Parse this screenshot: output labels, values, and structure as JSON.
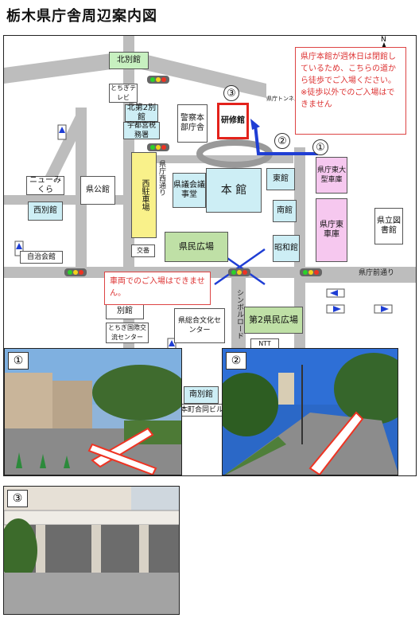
{
  "title": "栃木県庁舎周辺案内図",
  "north": "N",
  "buildings": {
    "kita_bekkan": "北別館",
    "tochigi_tv": "とちぎテレビ",
    "kita_dai2": "北第2別館",
    "utsunomiya": "宇都宮税務署",
    "keisatsu": "警察本部庁舎",
    "kenshukan": "研修館",
    "honkan": "本 館",
    "higashikan": "東館",
    "minamikan": "南館",
    "showakan": "昭和館",
    "kengikai": "県議会議事堂",
    "kenkoukan": "県公館",
    "seichusha": "西駐車場",
    "new_mikura": "ニューみくら",
    "nishi_bekkan": "西別館",
    "jichi": "自治会館",
    "koban": "交番",
    "kenmin_hiroba": "県民広場",
    "dai2_kenmin": "第2県民広場",
    "sougou_bunka": "県総合文化センター",
    "bekkan": "別館",
    "tochigi_kokusai": "とちぎ国際交流センター",
    "ntt": "NTT",
    "minami_bekkan": "南別館",
    "honmachi": "本町合同ビル",
    "higashi_oogata": "県庁東大型車庫",
    "higashi_shako": "県庁東車庫",
    "toshokan": "県立図書館"
  },
  "roads": {
    "kencho_nishi": "県庁西通り",
    "kencho_mae": "県庁前通り",
    "symbol": "シンボルロード",
    "tunnel": "県庁トンネル"
  },
  "notices": {
    "top_right": "県庁本館が週休日は閉館しているため、こちらの道から徒歩でご入場ください。",
    "top_right_sub": "※徒歩以外でのご入場はできません",
    "vehicle": "車両でのご入場はできません。"
  },
  "markers": {
    "m1": "①",
    "m2": "②",
    "m3": "③"
  },
  "colors": {
    "highlight_red": "#e3221b",
    "route_blue": "#1f3ed4",
    "notice_red": "#d33333",
    "green_building": "#c7f0c0",
    "cyan_building": "#cdeef5",
    "pink_building": "#f6c8ef",
    "yellow_parking": "#f9f18a"
  }
}
